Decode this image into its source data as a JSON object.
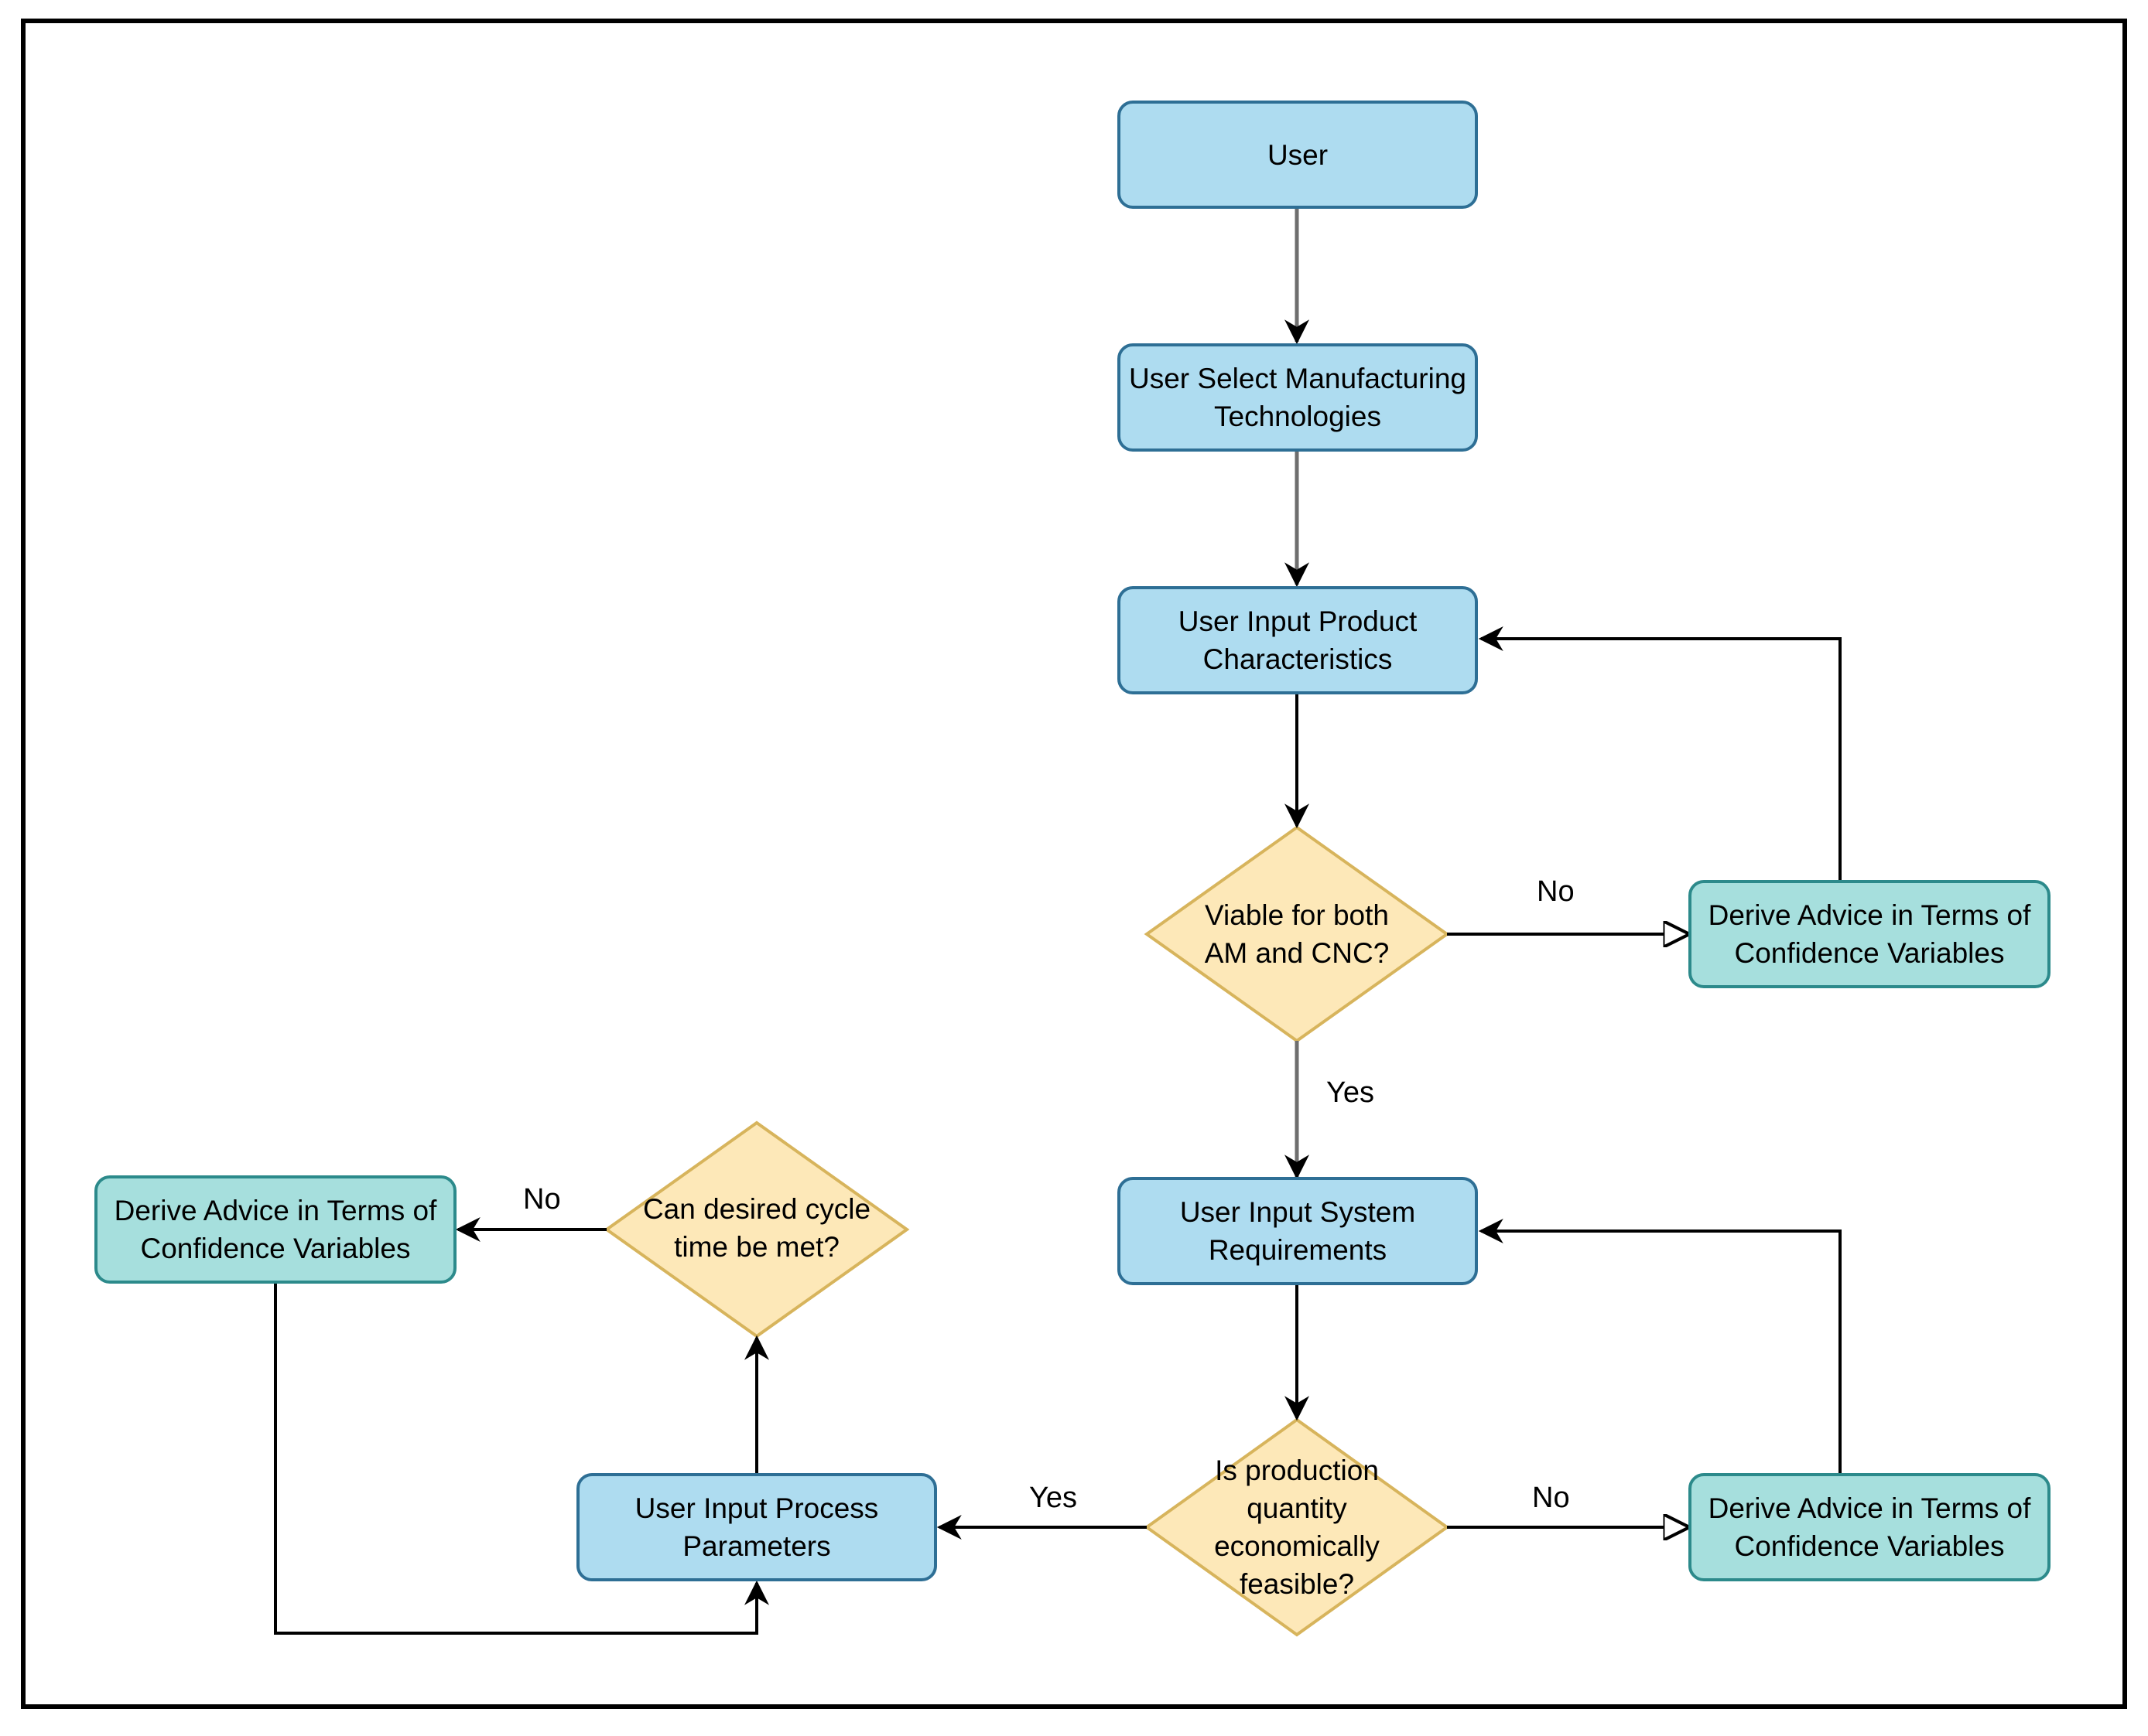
{
  "nodes": {
    "user": "User",
    "select_tech": "User Select Manufacturing Technologies",
    "product_char": "User Input Product Characteristics",
    "viable_decision": "Viable for both AM and CNC?",
    "advice_viable": "Derive Advice in Terms of Confidence Variables",
    "system_req": "User Input System Requirements",
    "production_decision": "Is production quantity economically feasible?",
    "advice_production": "Derive Advice in Terms of Confidence Variables",
    "process_params": "User Input Process Parameters",
    "cycle_decision": "Can desired cycle time be met?",
    "advice_cycle": "Derive Advice in Terms of Confidence Variables"
  },
  "edge_labels": {
    "viable_no": "No",
    "viable_yes": "Yes",
    "production_no": "No",
    "production_yes": "Yes",
    "cycle_no": "No"
  },
  "colors": {
    "process_fill": "#aedcf0",
    "process_border": "#2e6f95",
    "advice_fill": "#a6dfdd",
    "advice_border": "#2c8a8b",
    "decision_fill": "#fde8b8",
    "decision_border": "#d7b45c"
  }
}
